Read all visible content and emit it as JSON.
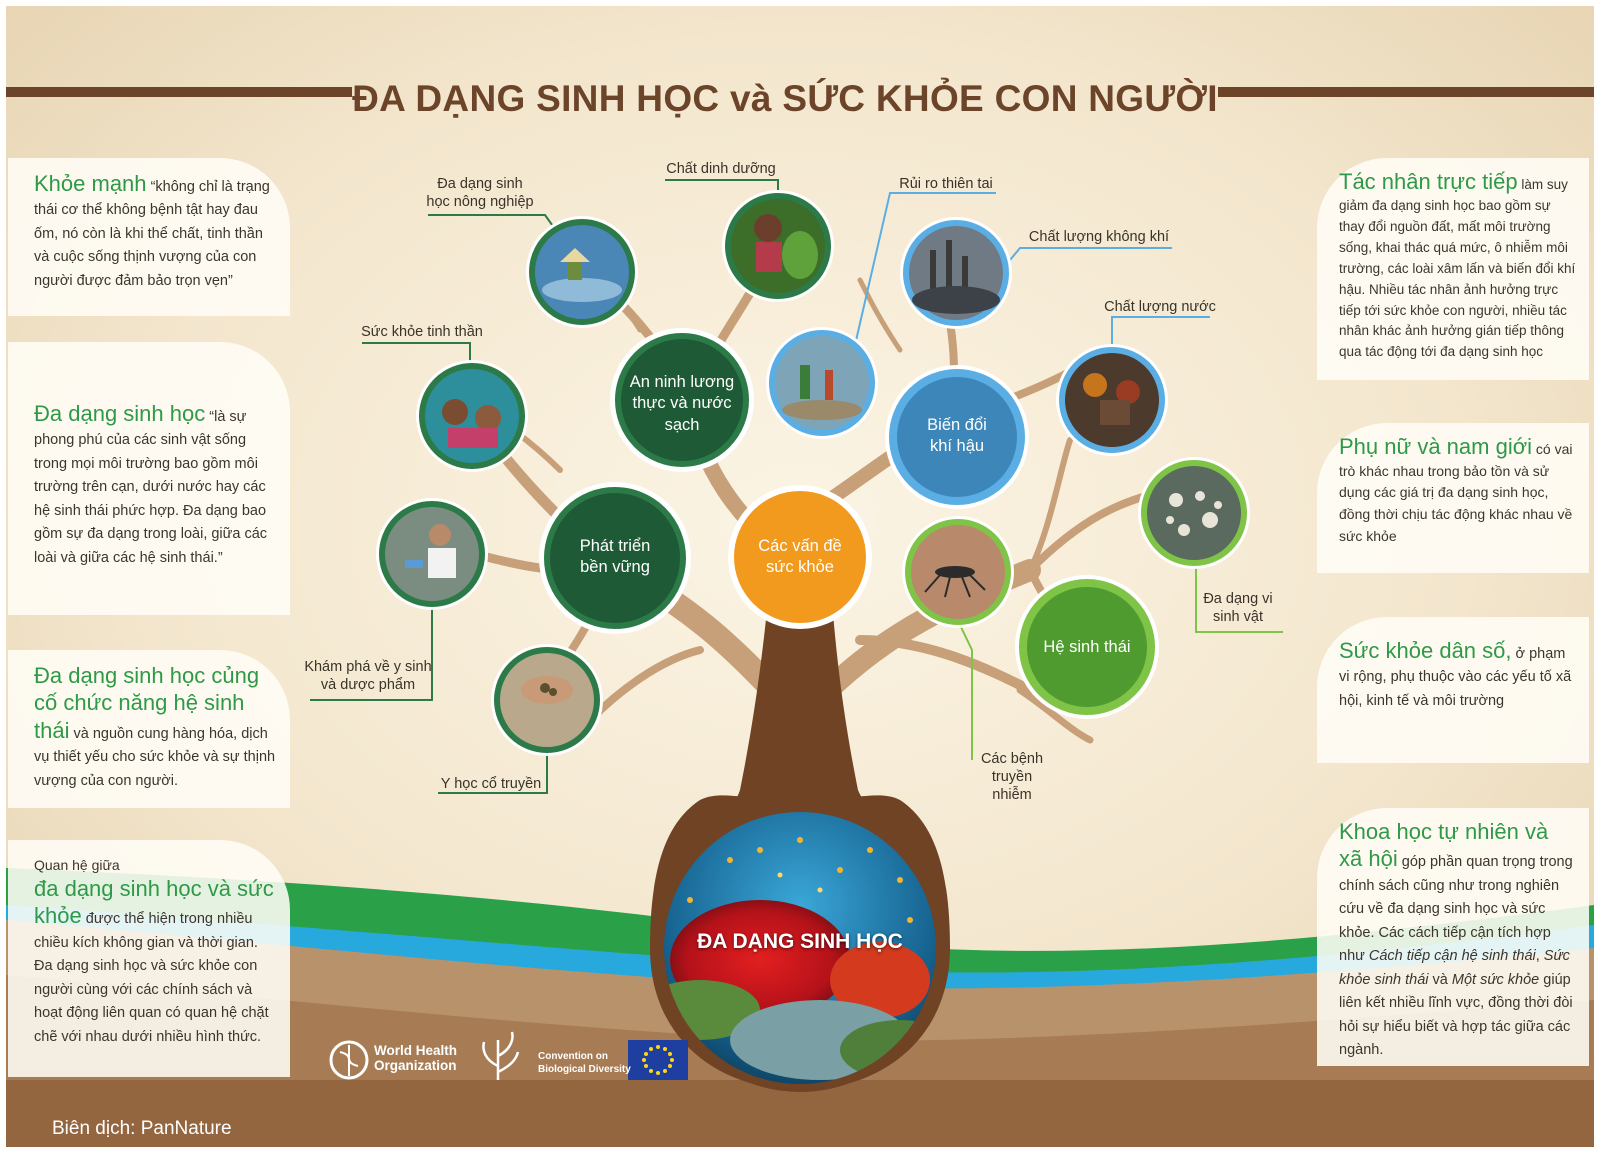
{
  "title": "ĐA DẠNG SINH HỌC và SỨC KHỎE CON NGƯỜI",
  "root_label": "ĐA DẠNG SINH HỌC",
  "hubs": {
    "health": "Các vấn đề sức khỏe",
    "food": "An ninh lương thực và nước sạch",
    "dev": "Phát triển bền vững",
    "climate": "Biến đổi khí hậu",
    "eco": "Hệ sinh thái"
  },
  "topics": {
    "agri": "Đa dạng sinh học nông nghiệp",
    "nutrition": "Chất dinh dưỡng",
    "disaster": "Rủi ro thiên tai",
    "air": "Chất lượng không khí",
    "water": "Chất lượng nước",
    "mental": "Sức khỏe tinh thần",
    "microbe": "Đa dạng vi sinh vật",
    "medicine": "Khám phá về y sinh và dược phẩm",
    "traditional": "Y học cổ truyền",
    "infectious": "Các bệnh truyền nhiễm"
  },
  "left_panels": [
    {
      "heading": "Khỏe mạnh",
      "body": "“không chỉ là trạng thái cơ thể không bệnh tật hay đau ốm, nó còn là khi thể chất, tinh thần và cuộc sống thịnh vượng của con người được đảm bảo trọn vẹn”"
    },
    {
      "heading": "Đa dạng sinh học",
      "body": "“là sự phong phú của các sinh vật sống trong mọi môi trường bao gồm môi trường trên cạn, dưới nước hay các hệ sinh thái phức hợp. Đa dạng bao gồm sự đa dạng trong loài, giữa các loài và giữa các hệ sinh thái.”"
    },
    {
      "heading": "Đa dạng sinh học củng cố chức năng hệ sinh thái",
      "body": "và nguồn cung hàng hóa, dịch vụ thiết yếu cho sức khỏe và sự thịnh vượng của con người."
    },
    {
      "intro": "Quan hệ giữa",
      "heading": "đa dạng sinh học và sức khỏe",
      "body": "được thể hiện trong nhiều chiều kích không gian và thời gian. Đa dạng sinh học và sức khỏe con người cùng với các chính sách và hoạt động liên quan có quan hệ chặt chẽ với nhau dưới nhiều hình thức."
    }
  ],
  "right_panels": [
    {
      "heading": "Tác nhân trực tiếp",
      "body": "làm suy giảm đa dạng sinh học bao gồm sự thay đổi nguồn đất, mất môi trường sống, khai thác quá mức, ô nhiễm môi trường, các loài xâm lấn và biến đổi khí hậu. Nhiều tác nhân ảnh hưởng trực tiếp tới sức khỏe con người, nhiều tác nhân khác ảnh hưởng gián tiếp thông qua tác động tới đa dạng sinh học"
    },
    {
      "heading": "Phụ nữ và nam giới",
      "body": "có vai trò khác nhau trong bảo tồn và sử dụng các giá trị đa dạng sinh học, đồng thời chịu tác động khác nhau về sức khỏe"
    },
    {
      "heading": "Sức khỏe dân số,",
      "body": "ở phạm vi rộng, phụ thuộc vào các yếu tố xã hội, kinh tế và môi trường"
    },
    {
      "heading": "Khoa học tự nhiên và xã hội",
      "body_a": "góp phần quan trọng trong chính sách cũng như trong nghiên cứu về đa dạng sinh học và sức khỏe. Các cách tiếp cận tích hợp như",
      "em1": "Cách tiếp cận hệ sinh thái",
      "sep1": ",",
      "em2": "Sức khỏe sinh thái",
      "conj": "và",
      "em3": "Một sức khỏe",
      "body_b": "giúp liên kết nhiều lĩnh vực, đồng thời đòi hỏi sự hiểu biết và hợp tác giữa các ngành."
    }
  ],
  "logos": {
    "who_line1": "World Health",
    "who_line2": "Organization",
    "cbd_line1": "Convention on",
    "cbd_line2": "Biological Diversity"
  },
  "credit": "Biên dịch: PanNature",
  "colors": {
    "title": "#6b4429",
    "heading_green": "#2e9a47",
    "hub_dark_green": "#1f5a36",
    "hub_orange": "#f29a1d",
    "hub_blue": "#3d86b9",
    "hub_light_green": "#4f9b2f",
    "trunk": "#6f4324",
    "branch": "#c9a07a",
    "ground": "#9c6e46"
  }
}
